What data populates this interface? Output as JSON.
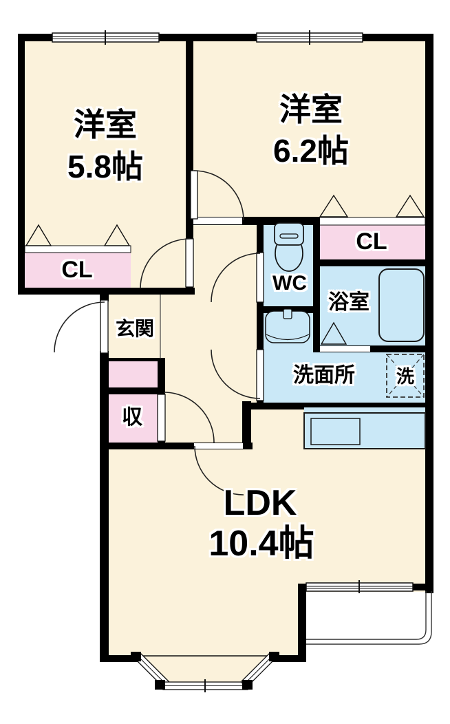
{
  "floorplan": {
    "type": "apartment-floor-plan",
    "rooms": {
      "bedroom1": {
        "label": "洋室",
        "size": "5.8帖"
      },
      "bedroom2": {
        "label": "洋室",
        "size": "6.2帖"
      },
      "ldk": {
        "label": "LDK",
        "size": "10.4帖"
      },
      "closet_left": {
        "label": "CL"
      },
      "closet_right": {
        "label": "CL"
      },
      "toilet": {
        "label": "WC"
      },
      "bathroom": {
        "label": "浴室"
      },
      "washroom": {
        "label": "洗面所"
      },
      "laundry": {
        "label": "洗"
      },
      "entrance": {
        "label": "玄関"
      },
      "storage": {
        "label": "収"
      }
    },
    "colors": {
      "room_fill": "#FBF2DB",
      "closet_fill": "#F8D8E8",
      "wet_area_fill": "#CAE8F7",
      "wall": "#000000",
      "background": "#FFFFFF"
    }
  }
}
